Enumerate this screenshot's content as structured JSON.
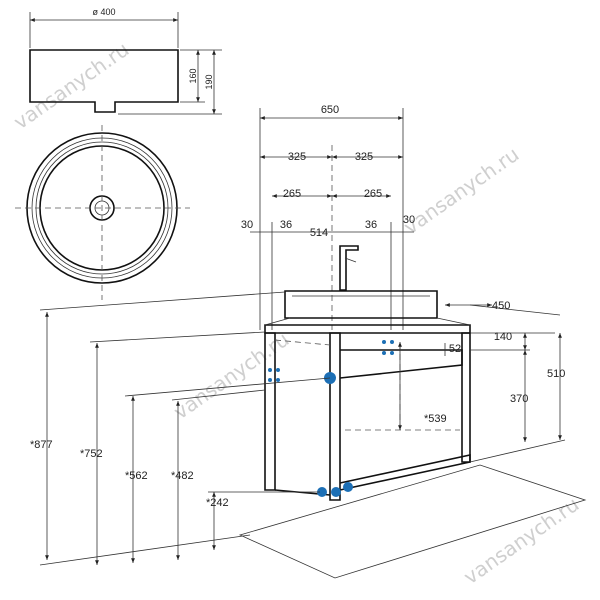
{
  "basin_top": {
    "diameter_label": "ø 400",
    "height_label": "160",
    "total_height_label": "190"
  },
  "cabinet": {
    "width_650": "650",
    "half_left_325": "325",
    "half_right_325": "325",
    "offset_left_265": "265",
    "offset_right_265": "265",
    "edge_left_30": "30",
    "inner_left_36": "36",
    "inner_514": "514",
    "inner_right_36": "36",
    "edge_right_30": "30",
    "depth_450": "450",
    "shelf_140": "140",
    "drawer_52": "52",
    "side_370": "370",
    "side_510": "510",
    "inner_539": "*539",
    "h_877": "*877",
    "h_752": "*752",
    "h_562": "*562",
    "h_482": "*482",
    "h_242": "*242"
  },
  "watermark": "vansanych.ru",
  "colors": {
    "accent_blue": "#1c6fb5",
    "line": "#222222"
  }
}
